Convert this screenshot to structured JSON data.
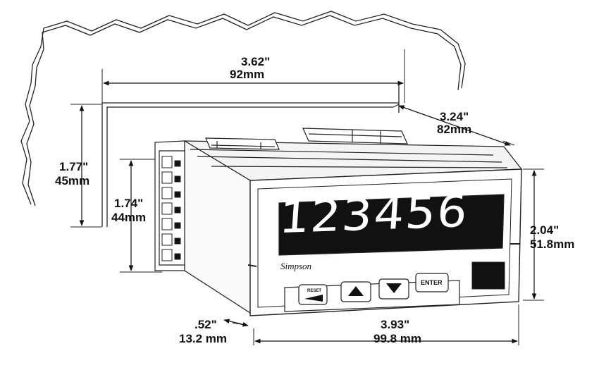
{
  "dimensions": {
    "cutout_width": {
      "in": "3.62\"",
      "mm": "92mm"
    },
    "depth": {
      "in": "3.24\"",
      "mm": "82mm"
    },
    "cutout_height": {
      "in": "1.77\"",
      "mm": "45mm"
    },
    "case_height": {
      "in": "1.74\"",
      "mm": "44mm"
    },
    "bezel_height": {
      "in": "2.04\"",
      "mm": "51.8mm"
    },
    "bezel_depth": {
      "in": ".52\"",
      "mm": "13.2 mm"
    },
    "bezel_width": {
      "in": "3.93\"",
      "mm": "99.8 mm"
    }
  },
  "display": {
    "readout": "123456"
  },
  "brand": "Simpson",
  "buttons": {
    "reset": "RESET",
    "enter": "ENTER"
  },
  "icons": [
    "up-arrow-icon",
    "down-arrow-icon",
    "reset-arrow-icon"
  ]
}
